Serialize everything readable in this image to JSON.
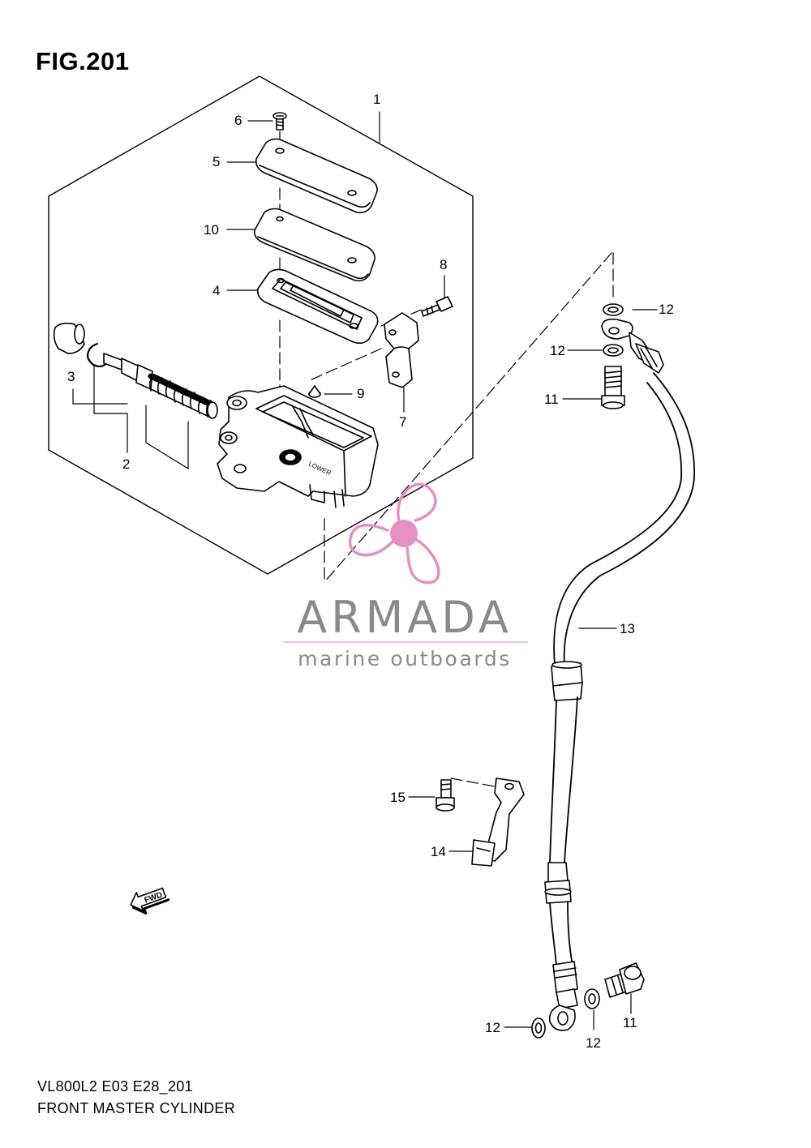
{
  "figure": {
    "title": "FIG.201"
  },
  "callouts": [
    {
      "id": "c1",
      "text": "1"
    },
    {
      "id": "c2",
      "text": "2"
    },
    {
      "id": "c3",
      "text": "3"
    },
    {
      "id": "c4",
      "text": "4"
    },
    {
      "id": "c5",
      "text": "5"
    },
    {
      "id": "c6",
      "text": "6"
    },
    {
      "id": "c7",
      "text": "7"
    },
    {
      "id": "c8",
      "text": "8"
    },
    {
      "id": "c9",
      "text": "9"
    },
    {
      "id": "c10",
      "text": "10"
    },
    {
      "id": "c11a",
      "text": "11"
    },
    {
      "id": "c11b",
      "text": "11"
    },
    {
      "id": "c12a",
      "text": "12"
    },
    {
      "id": "c12b",
      "text": "12"
    },
    {
      "id": "c12c",
      "text": "12"
    },
    {
      "id": "c12d",
      "text": "12"
    },
    {
      "id": "c13",
      "text": "13"
    },
    {
      "id": "c14",
      "text": "14"
    },
    {
      "id": "c15",
      "text": "15"
    }
  ],
  "direction_arrow": {
    "label": "FWD",
    "icon": "forward-arrow-icon"
  },
  "reservoir_marking": "LOWER",
  "watermark": {
    "brand": "ARMADA",
    "tagline": "marine outboards",
    "logo_icon": "propeller-icon",
    "colors": {
      "logo": "#e58fc4",
      "text": "#8a8a8a",
      "rule": "#e8b0d2"
    }
  },
  "footer": {
    "model_code": "VL800L2 E03 E28_201",
    "caption": "FRONT MASTER CYLINDER"
  }
}
